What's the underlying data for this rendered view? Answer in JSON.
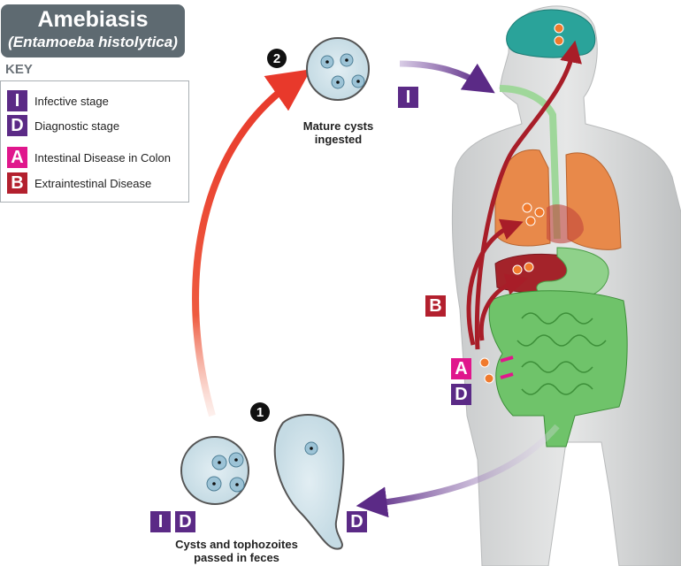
{
  "title": "Amebiasis",
  "subtitle": "Entamoeba histolytica",
  "key": {
    "label": "KEY",
    "items": [
      {
        "badge": "I",
        "label": "Infective stage"
      },
      {
        "badge": "D",
        "label": "Diagnostic stage"
      },
      {
        "badge": "A",
        "label": "Intestinal Disease in Colon"
      },
      {
        "badge": "B",
        "label": "Extraintestinal Disease"
      }
    ]
  },
  "steps": {
    "step1": {
      "number": "1",
      "caption_line1": "Cysts and tophozoites",
      "caption_line2": "passed in feces"
    },
    "step2": {
      "number": "2",
      "caption_line1": "Mature cysts",
      "caption_line2": "ingested"
    }
  },
  "badges": {
    "I": "I",
    "D": "D",
    "A": "A",
    "B": "B"
  },
  "colors": {
    "infective": "#5b2a86",
    "intestinal": "#e0178c",
    "extraintestinal": "#b3202e",
    "title_bg": "#5e6a71"
  }
}
